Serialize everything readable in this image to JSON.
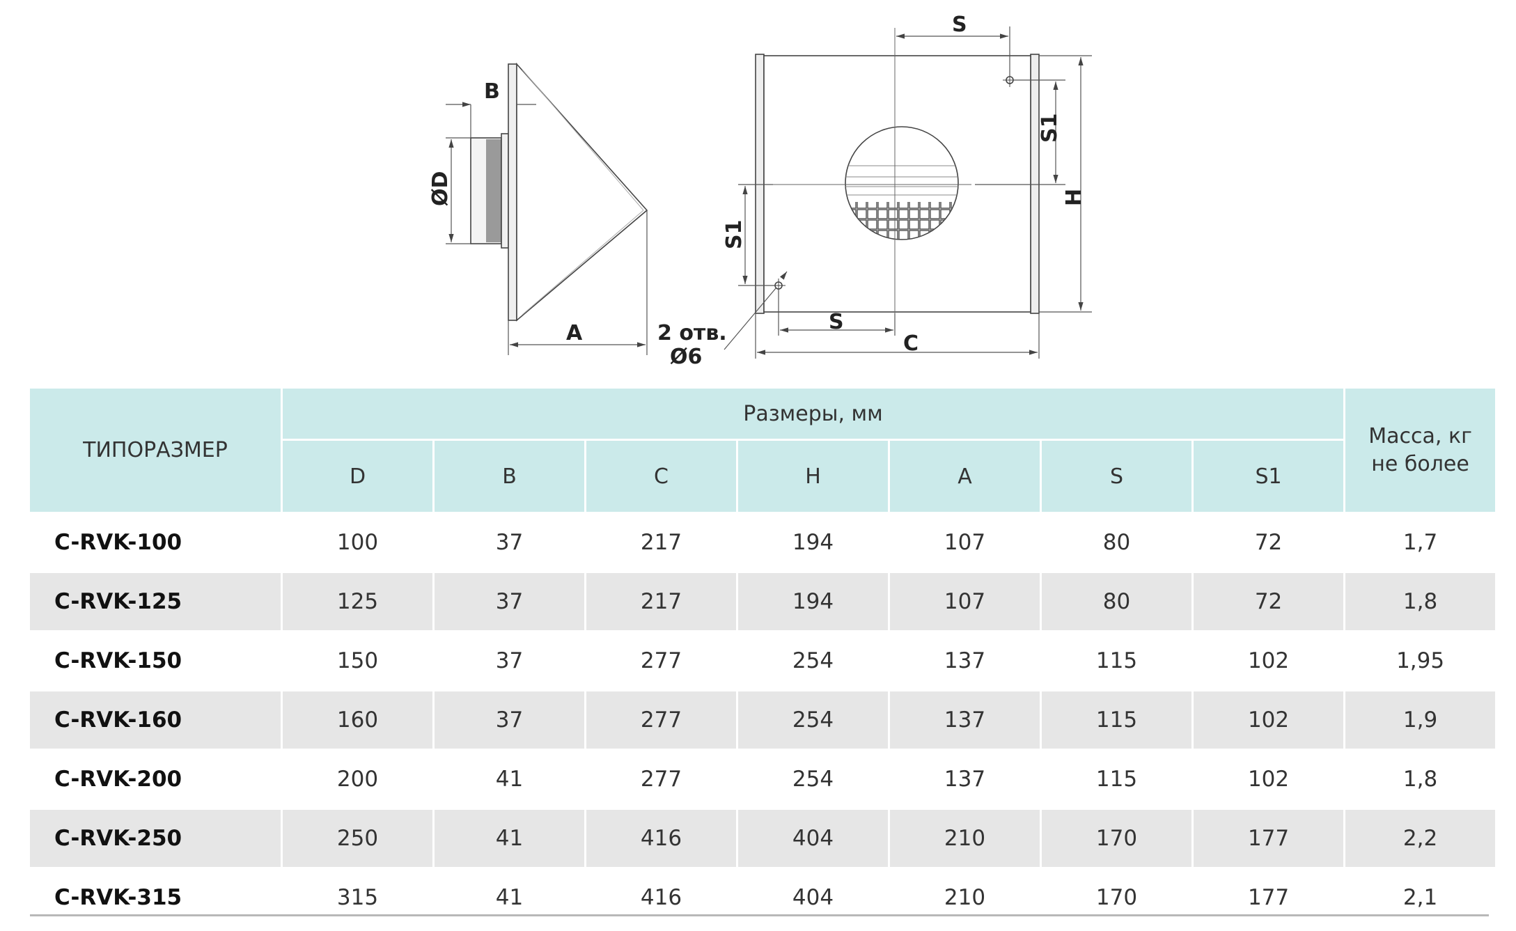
{
  "drawing": {
    "labels": {
      "b": "B",
      "od": "ØD",
      "a": "A",
      "holes_line1": "2 отв.",
      "holes_line2": "Ø6",
      "s_top": "S",
      "s_bottom": "S",
      "s1_right": "S1",
      "s1_left": "S1",
      "h": "H",
      "c": "C"
    }
  },
  "table": {
    "size_header": "ТИПОРАЗМЕР",
    "group_header": "Размеры, мм",
    "mass_header_line1": "Масса, кг",
    "mass_header_line2": "не более",
    "columns": [
      "D",
      "B",
      "C",
      "H",
      "A",
      "S",
      "S1"
    ],
    "rows": [
      {
        "model": "C-RVK-100",
        "values": [
          "100",
          "37",
          "217",
          "194",
          "107",
          "80",
          "72"
        ],
        "mass": "1,7"
      },
      {
        "model": "C-RVK-125",
        "values": [
          "125",
          "37",
          "217",
          "194",
          "107",
          "80",
          "72"
        ],
        "mass": "1,8"
      },
      {
        "model": "C-RVK-150",
        "values": [
          "150",
          "37",
          "277",
          "254",
          "137",
          "115",
          "102"
        ],
        "mass": "1,95"
      },
      {
        "model": "C-RVK-160",
        "values": [
          "160",
          "37",
          "277",
          "254",
          "137",
          "115",
          "102"
        ],
        "mass": "1,9"
      },
      {
        "model": "C-RVK-200",
        "values": [
          "200",
          "41",
          "277",
          "254",
          "137",
          "115",
          "102"
        ],
        "mass": "1,8"
      },
      {
        "model": "C-RVK-250",
        "values": [
          "250",
          "41",
          "416",
          "404",
          "210",
          "170",
          "177"
        ],
        "mass": "2,2"
      },
      {
        "model": "C-RVK-315",
        "values": [
          "315",
          "41",
          "416",
          "404",
          "210",
          "170",
          "177"
        ],
        "mass": "2,1"
      }
    ]
  }
}
